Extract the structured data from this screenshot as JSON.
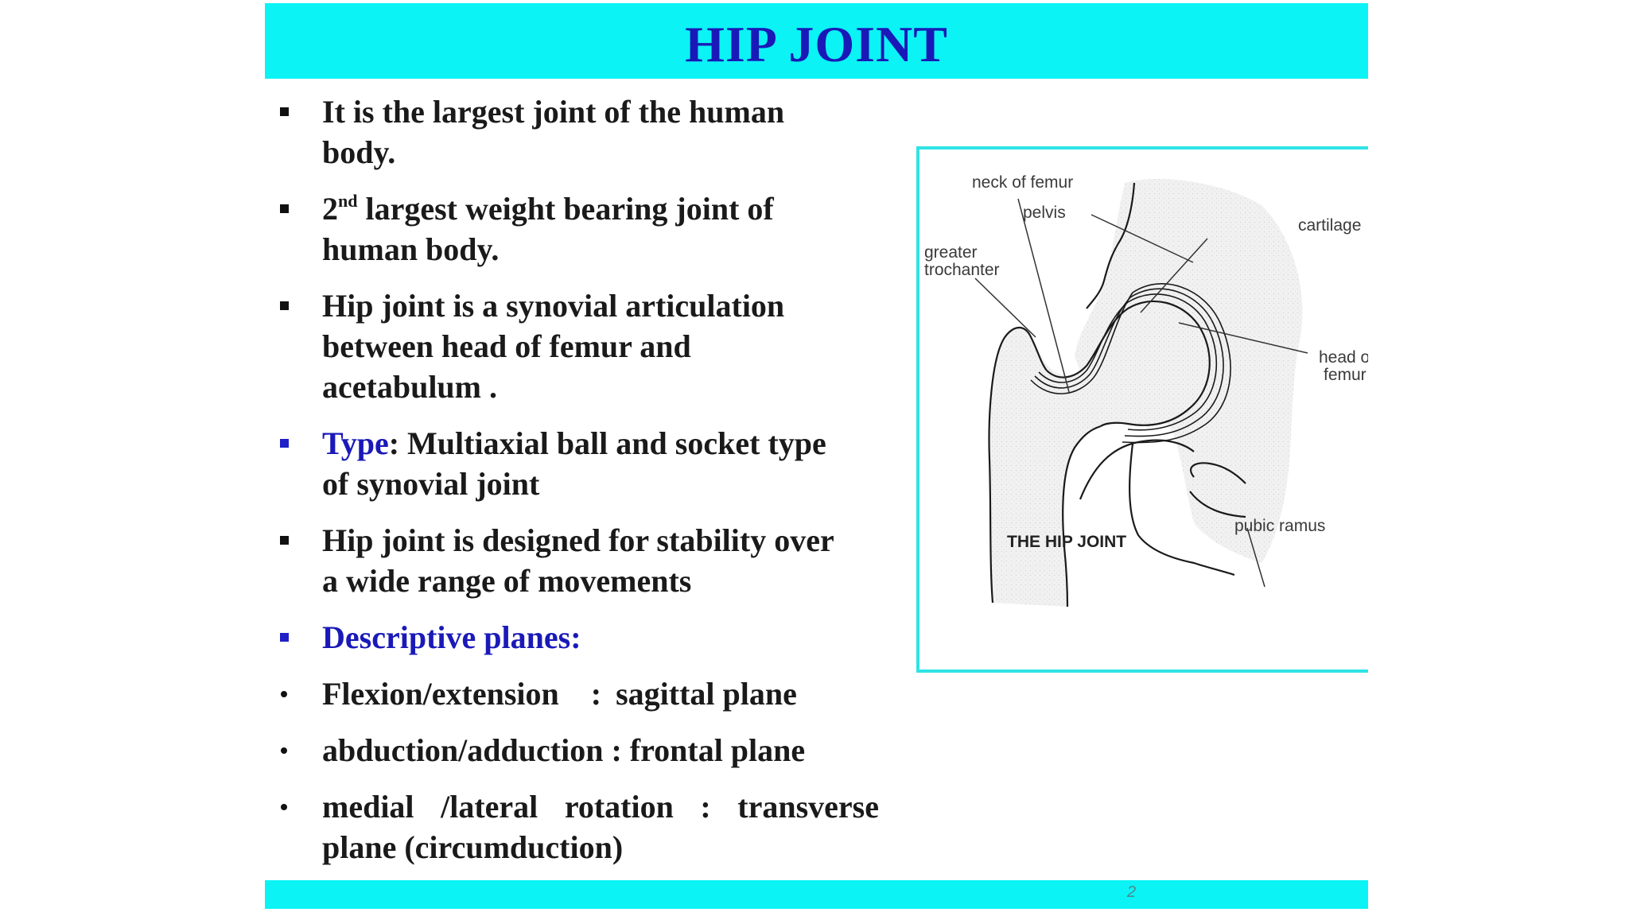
{
  "title": "HIP JOINT",
  "page_number": "2",
  "colors": {
    "header_bar": "#0bf3f5",
    "title_text": "#1a19b8",
    "highlight_text": "#1a19b8",
    "figure_border": "#2fe3e6"
  },
  "bullets": {
    "b1": {
      "line1": "It is the largest joint of the human",
      "line2": "body."
    },
    "b2": {
      "prefix": "2",
      "sup": "nd",
      "line1_rest": " largest weight bearing joint of",
      "line2": "human body."
    },
    "b3": {
      "line1": "Hip joint is a synovial articulation",
      "line2": "between head of femur and",
      "line3": "acetabulum ."
    },
    "b4": {
      "label": "Type",
      "line1_rest": ": Multiaxial ball and socket type",
      "line2": "of synovial joint"
    },
    "b5": {
      "line1": "Hip joint is designed for stability over",
      "line2": "a wide range of movements"
    },
    "b6": {
      "label": "Descriptive planes:"
    },
    "b7": {
      "left": "Flexion/extension",
      "colon": ":",
      "right": "sagittal plane"
    },
    "b8": {
      "text": "abduction/adduction : frontal plane"
    },
    "b9": {
      "w1": "medial",
      "w2": "/lateral",
      "w3": "rotation",
      "w4": ":",
      "w5": "transverse",
      "line2": "plane (circumduction)"
    }
  },
  "figure": {
    "labels": {
      "neck_of_femur": "neck of femur",
      "pelvis": "pelvis",
      "cartilage": "cartilage",
      "greater_trochanter_1": "greater",
      "greater_trochanter_2": "trochanter",
      "head_of_femur_1": "head of",
      "head_of_femur_2": "femur",
      "pubic_ramus": "pubic ramus"
    },
    "caption": "THE HIP JOINT"
  }
}
